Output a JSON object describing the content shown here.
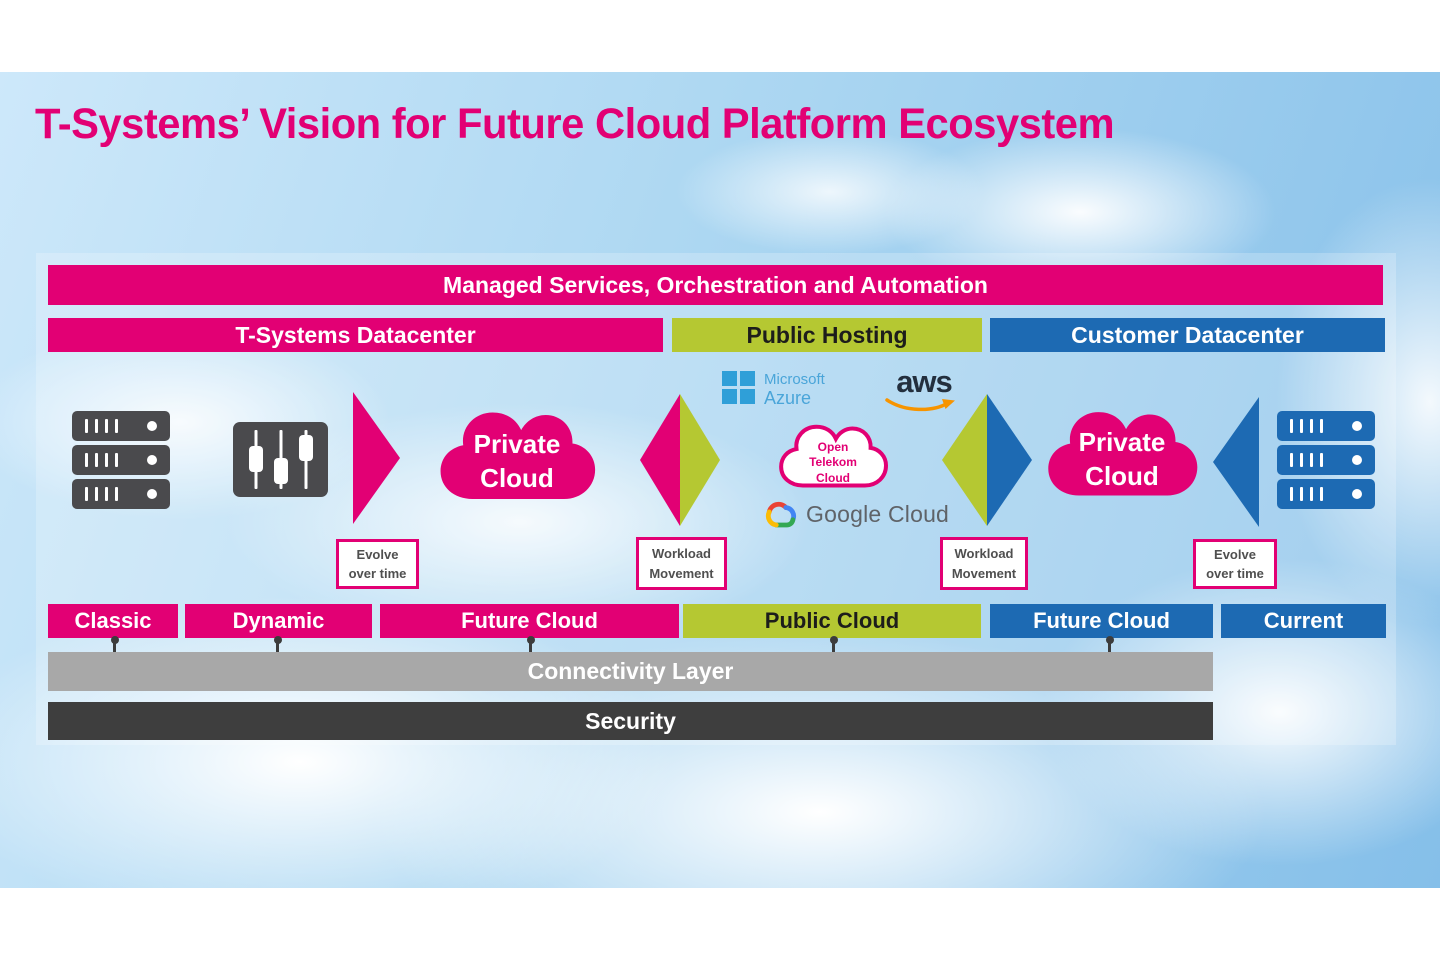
{
  "title": "T-Systems’ Vision for Future Cloud Platform Ecosystem",
  "banner": {
    "label": "Managed Services, Orchestration and Automation"
  },
  "columns": [
    {
      "label": "T-Systems Datacenter",
      "color": "#e20074"
    },
    {
      "label": "Public Hosting",
      "color": "#b5c832"
    },
    {
      "label": "Customer Datacenter",
      "color": "#1d6ab3"
    }
  ],
  "clouds": {
    "private_left": {
      "lines": [
        "Private",
        "Cloud"
      ]
    },
    "private_right": {
      "lines": [
        "Private",
        "Cloud"
      ]
    },
    "open_telekom": {
      "lines": [
        "Open",
        "Telekom",
        "Cloud"
      ]
    }
  },
  "logos": {
    "azure": {
      "lines": [
        "Microsoft",
        "Azure"
      ]
    },
    "aws": {
      "label": "aws"
    },
    "google": {
      "label": "Google Cloud"
    }
  },
  "side_labels": {
    "evolve_left": {
      "lines": [
        "Evolve",
        "over time"
      ]
    },
    "workload_left": {
      "lines": [
        "Workload",
        "Movement"
      ]
    },
    "workload_right": {
      "lines": [
        "Workload",
        "Movement"
      ]
    },
    "evolve_right": {
      "lines": [
        "Evolve",
        "over time"
      ]
    }
  },
  "bottom_row": [
    {
      "label": "Classic",
      "color": "#e20074"
    },
    {
      "label": "Dynamic",
      "color": "#e20074"
    },
    {
      "label": "Future Cloud",
      "color": "#e20074"
    },
    {
      "label": "Public Cloud",
      "color": "#b5c832"
    },
    {
      "label": "Future Cloud",
      "color": "#1d6ab3"
    },
    {
      "label": "Current",
      "color": "#1d6ab3"
    }
  ],
  "layers": {
    "connectivity": "Connectivity Layer",
    "security": "Security"
  },
  "colors": {
    "magenta": "#e20074",
    "green": "#b5c832",
    "blue": "#1d6ab3",
    "connectivity_gray": "#a8a8a8",
    "security_gray": "#3e3e3e",
    "icon_dark_gray": "#4a4a4d"
  }
}
